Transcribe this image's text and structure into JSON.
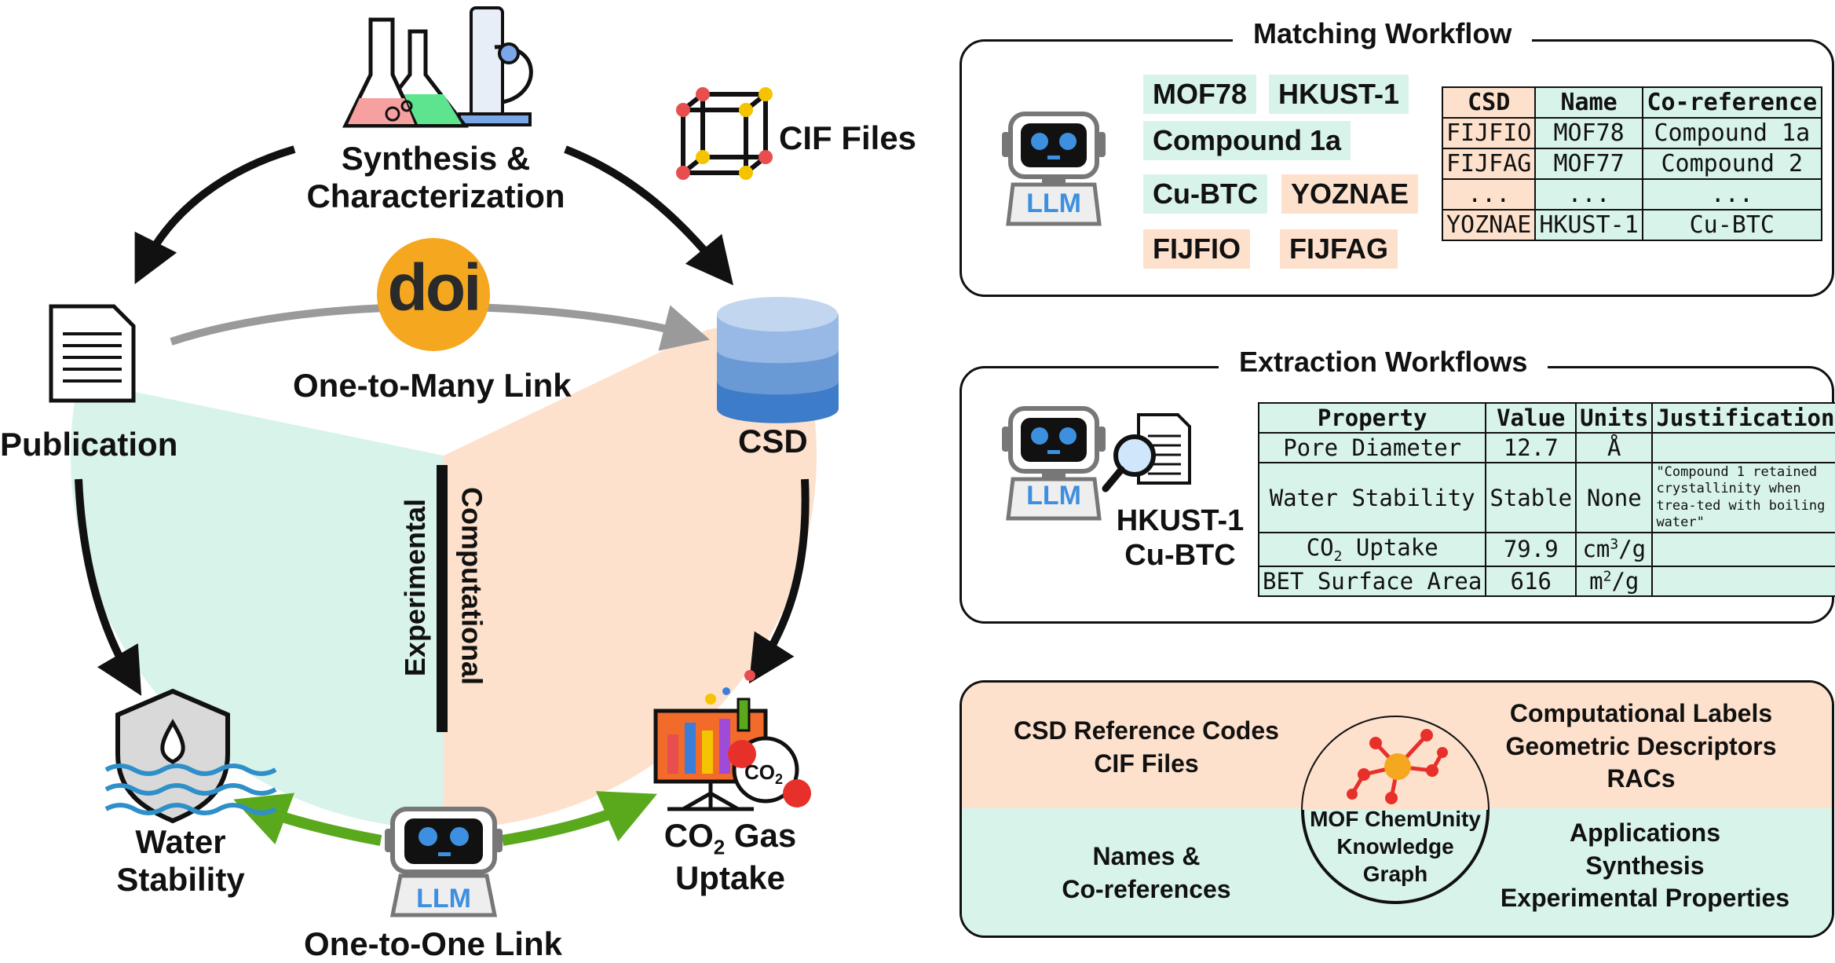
{
  "left": {
    "synthesis": "Synthesis &",
    "characterization": "Characterization",
    "cif_files": "CIF Files",
    "doi": "doi",
    "one_to_many": "One-to-Many Link",
    "publication": "Publication",
    "csd": "CSD",
    "computational": "Computational",
    "experimental": "Experimental",
    "water": "Water",
    "stability": "Stability",
    "co2_gas": "Gas",
    "uptake": "Uptake",
    "co2_badge": "CO",
    "co2_badge_sub": "2",
    "llm": "LLM",
    "one_to_one": "One-to-One Link"
  },
  "matching": {
    "title": "Matching Workflow",
    "llm": "LLM",
    "tags": [
      {
        "text": "MOF78",
        "color": "green"
      },
      {
        "text": "HKUST-1",
        "color": "green"
      },
      {
        "text": "Compound 1a",
        "color": "green"
      },
      {
        "text": "Cu-BTC",
        "color": "green"
      },
      {
        "text": "YOZNAE",
        "color": "peach"
      },
      {
        "text": "FIJFIO",
        "color": "peach"
      },
      {
        "text": "FIJFAG",
        "color": "peach"
      }
    ],
    "table": {
      "headers": [
        "CSD",
        "Name",
        "Co-reference"
      ],
      "rows": [
        [
          "FIJFIO",
          "MOF78",
          "Compound 1a"
        ],
        [
          "FIJFAG",
          "MOF77",
          "Compound 2"
        ],
        [
          "...",
          "...",
          "..."
        ],
        [
          "YOZNAE",
          "HKUST-1",
          "Cu-BTC"
        ]
      ]
    }
  },
  "extraction": {
    "title": "Extraction Workflows",
    "llm": "LLM",
    "hkust": "HKUST-1",
    "cubtc": "Cu-BTC",
    "table": {
      "headers": [
        "Property",
        "Value",
        "Units",
        "Justification"
      ],
      "rows": [
        {
          "property": "Pore Diameter",
          "value": "12.7",
          "units": "Å",
          "justification": ""
        },
        {
          "property": "Water Stability",
          "value": "Stable",
          "units": "None",
          "justification": "\"Compound 1 retained crystallinity when trea-ted with boiling water\""
        },
        {
          "property": "CO2 Uptake",
          "value": "79.9",
          "units": "cm3/g",
          "justification": ""
        },
        {
          "property": "BET Surface Area",
          "value": "616",
          "units": "m2/g",
          "justification": ""
        }
      ]
    }
  },
  "knowledge_graph": {
    "top_left": [
      "CSD Reference Codes",
      "CIF Files"
    ],
    "top_right": [
      "Computational Labels",
      "Geometric Descriptors",
      "RACs"
    ],
    "bottom_left": [
      "Names &",
      "Co-references"
    ],
    "bottom_right": [
      "Applications",
      "Synthesis",
      "Experimental Properties"
    ],
    "center": [
      "MOF ChemUnity",
      "Knowledge",
      "Graph"
    ]
  },
  "colors": {
    "green_bg": "#d8f3ea",
    "peach_bg": "#fde1cc",
    "arrow_green": "#5aa81c",
    "doi_orange": "#f5a81f",
    "llm_blue": "#3d8fe0"
  }
}
